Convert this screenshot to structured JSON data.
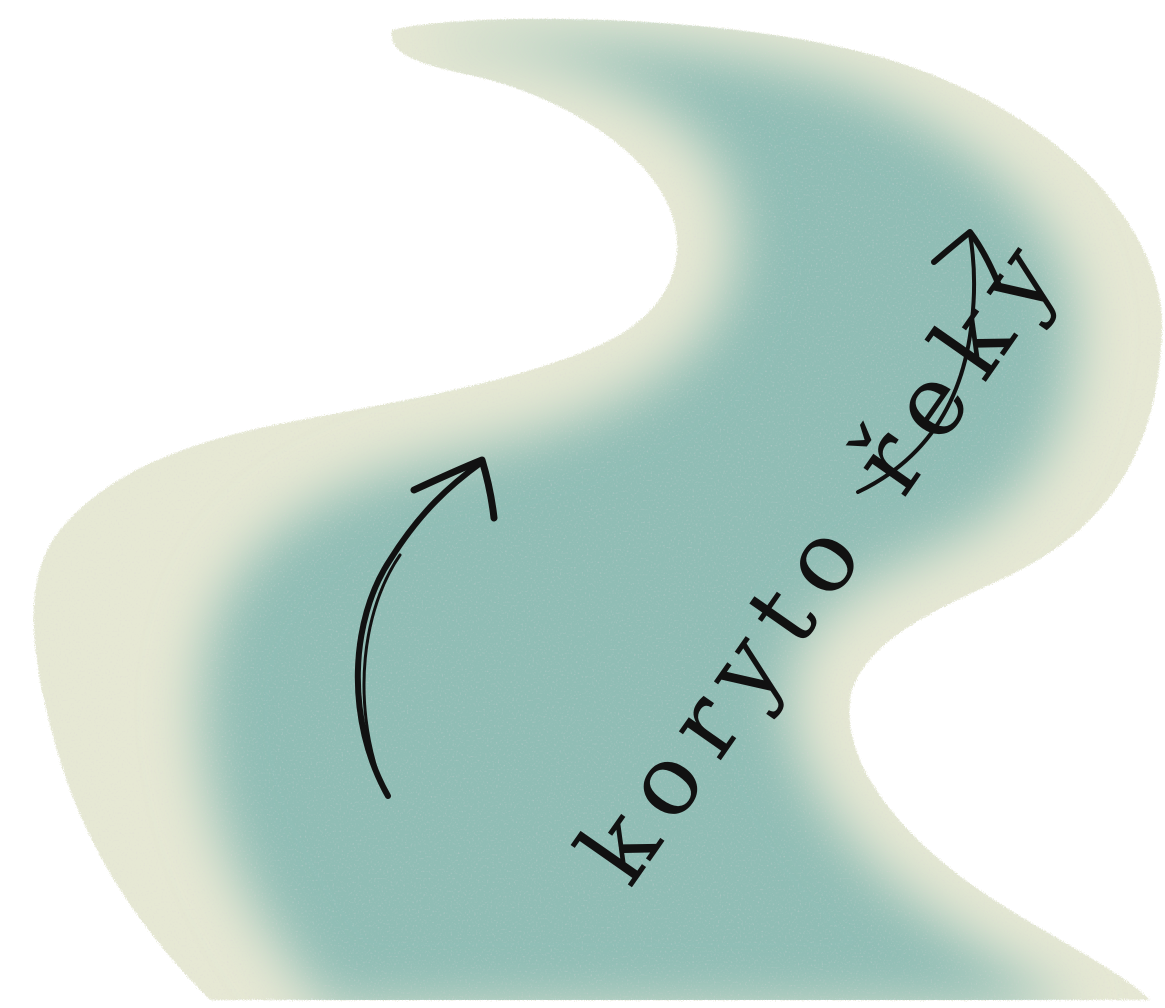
{
  "diagram": {
    "label": "koryto řeky",
    "colors": {
      "background": "#ffffff",
      "river_core": "#90bdb5",
      "river_bank": "#e6e8d4",
      "river_speckle": "#b7a9b2",
      "ink": "#111111"
    },
    "arrows": [
      {
        "name": "flow-arrow-left",
        "direction": "upstream-up"
      },
      {
        "name": "flow-arrow-right",
        "direction": "upstream-up"
      }
    ]
  }
}
